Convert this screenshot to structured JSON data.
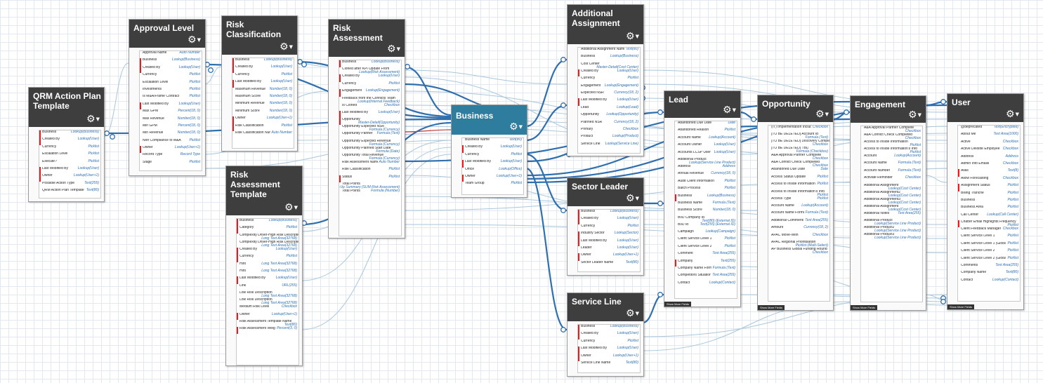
{
  "nodes": [
    {
      "id": "qrm",
      "title": "QRM Action Plan\nTemplate",
      "selected": false,
      "fields": [
        [
          "Business",
          "Lookup(Business)",
          1
        ],
        [
          "Created By",
          "Lookup(User)",
          1
        ],
        [
          "Currency",
          "Picklist",
          0
        ],
        [
          "Escalation Level",
          "Picklist",
          0
        ],
        [
          "Execute?",
          "Picklist",
          0
        ],
        [
          "Last Modified By",
          "Lookup(User)",
          1
        ],
        [
          "Owner",
          "Lookup(User+1)",
          1
        ],
        [
          "Possible Action Type",
          "Text(255)",
          0
        ],
        [
          "QRM Action Plan Template Name",
          "Text(80)",
          0
        ]
      ]
    },
    {
      "id": "approval",
      "title": "Approval Level",
      "selected": false,
      "fields": [
        [
          "Approval Name",
          "Auto Number",
          0
        ],
        [
          "Business",
          "Lookup(Business)",
          1
        ],
        [
          "Created By",
          "Lookup(User)",
          1
        ],
        [
          "Currency",
          "Picklist",
          0
        ],
        [
          "Escalation Level",
          "Picklist",
          0
        ],
        [
          "Investments",
          "Picklist",
          0
        ],
        [
          "Is M&A/Frame Contract",
          "Picklist",
          0
        ],
        [
          "Last Modified By",
          "Lookup(User)",
          1
        ],
        [
          "Max GPM",
          "Percent(18, 0)",
          0
        ],
        [
          "Max Revenue",
          "Number(18, 0)",
          0
        ],
        [
          "Min GPM",
          "Percent(18, 0)",
          0
        ],
        [
          "Min Revenue",
          "Number(18, 0)",
          0
        ],
        [
          "Non Compliance to M&A",
          "Picklist",
          0
        ],
        [
          "Owner",
          "Lookup(User+1)",
          1
        ],
        [
          "Record Type",
          "Record Type",
          0
        ],
        [
          "Stage",
          "Picklist",
          0
        ]
      ]
    },
    {
      "id": "riskclass",
      "title": "Risk\nClassification",
      "selected": false,
      "fields": [
        [
          "Business",
          "Lookup(Business)",
          1
        ],
        [
          "Created By",
          "Lookup(User)",
          1
        ],
        [
          "Currency",
          "Picklist",
          0
        ],
        [
          "Last Modified By",
          "Lookup(User)",
          1
        ],
        [
          "Maximum Revenue",
          "Number(18, 0)",
          0
        ],
        [
          "Maximum Score",
          "Number(18, 0)",
          0
        ],
        [
          "Minimum Revenue",
          "Number(18, 0)",
          0
        ],
        [
          "Minimum Score",
          "Number(18, 0)",
          0
        ],
        [
          "Owner",
          "Lookup(User+1)",
          1
        ],
        [
          "Risk Classification",
          "Picklist",
          1
        ],
        [
          "Risk Classification Number",
          "Auto Number",
          0
        ]
      ]
    },
    {
      "id": "riskassess",
      "title": "Risk\nAssessment",
      "selected": false,
      "fields": [
        [
          "Business",
          "Lookup(Business)",
          1
        ],
        [
          "Cloned after KPI Update From",
          "Lookup(Risk Assessment)",
          0,
          1
        ],
        [
          "Created By",
          "Lookup(User)",
          1
        ],
        [
          "Currency",
          "Picklist",
          0
        ],
        [
          "Engagement",
          "Lookup(Engagement)",
          1
        ],
        [
          "Feedback from the Conflicts Team",
          "Lookup(Internal Feedback)",
          0,
          1
        ],
        [
          "Is Cloned",
          "Checkbox",
          0
        ],
        [
          "Last Modified By",
          "Lookup(User)",
          1
        ],
        [
          "Opportunity",
          "Master-Detail(Opportunity)",
          1,
          1
        ],
        [
          "Opportunity Expected NSR",
          "Formula (Currency)",
          0,
          1
        ],
        [
          "Opportunity Partner",
          "Formula (Text)",
          0
        ],
        [
          "Opportunity Expected Revenue",
          "Formula (Currency)",
          0,
          1
        ],
        [
          "Opportunity Planned Start Date",
          "Formula (Date)",
          0,
          1
        ],
        [
          "Opportunity Total Revenue",
          "Formula (Currency)",
          0,
          1
        ],
        [
          "Risk Assessment Name",
          "Auto Number",
          0
        ],
        [
          "Risk Classification",
          "Picklist",
          0
        ],
        [
          "Status",
          "Picklist",
          1
        ],
        [
          "Total Points",
          "Roll-Up Summary (SUM Risk Assessment)",
          0,
          1
        ],
        [
          "Total Points",
          "Formula (Number)",
          0
        ]
      ]
    },
    {
      "id": "ratemplate",
      "title": "Risk\nAssessment\nTemplate",
      "selected": false,
      "fields": [
        [
          "Business",
          "Lookup(Business)",
          1
        ],
        [
          "Category",
          "Picklist",
          1
        ],
        [
          "Complexity Driver-High Risk Description",
          "Long Text Area(32768)",
          0,
          1
        ],
        [
          "Complexity Driver-High Risk Description",
          "Long Text Area(32768)",
          0,
          1
        ],
        [
          "Created By",
          "Lookup(User)",
          1
        ],
        [
          "Currency",
          "Picklist",
          1
        ],
        [
          "Hint",
          "Long Text Area(32768)",
          0
        ],
        [
          "Hint",
          "Long Text Area(32768)",
          0
        ],
        [
          "Last Modified By",
          "Lookup(User)",
          1
        ],
        [
          "Link",
          "URL(255)",
          0
        ],
        [
          "Low Risk Description",
          "Long Text Area(32768)",
          0,
          1
        ],
        [
          "Low Risk Description",
          "Long Text Area(32768)",
          0,
          1
        ],
        [
          "Medium Risk Level",
          "Checkbox",
          0
        ],
        [
          "Owner",
          "Lookup(User+1)",
          1
        ],
        [
          "Risk Assessment Template Name",
          "Text(80)",
          0,
          1
        ],
        [
          "Risk Assessment Weight",
          "Percent(3, 0)",
          1
        ]
      ]
    },
    {
      "id": "business",
      "title": "Business",
      "selected": true,
      "fields": [
        [
          "Business Name",
          "Text(80)",
          0
        ],
        [
          "Created By",
          "Lookup(User)",
          1
        ],
        [
          "Currency",
          "Picklist",
          0
        ],
        [
          "Last Modified By",
          "Lookup(User)",
          1
        ],
        [
          "Office",
          "Lookup(Office)",
          0
        ],
        [
          "Owner",
          "Lookup(User+1)",
          1
        ],
        [
          "Team Group",
          "Picklist",
          0
        ]
      ]
    },
    {
      "id": "addassign",
      "title": "Additional\nAssignment",
      "selected": false,
      "fields": [
        [
          "Additional Assignment Name",
          "Text(80)",
          0
        ],
        [
          "Business",
          "Lookup(Business)",
          0
        ],
        [
          "Cost Center",
          "Master-Detail(Cost Center)",
          0,
          1
        ],
        [
          "Created By",
          "Lookup(User)",
          1
        ],
        [
          "Currency",
          "Picklist",
          0
        ],
        [
          "Engagement",
          "Lookup(Engagement)",
          0
        ],
        [
          "Expected NSR",
          "Currency(18, 2)",
          0
        ],
        [
          "Last Modified By",
          "Lookup(User)",
          1
        ],
        [
          "Lead",
          "Lookup(Lead)",
          0
        ],
        [
          "Opportunity",
          "Lookup(Opportunity)",
          0
        ],
        [
          "Planned NSR",
          "Currency(18, 2)",
          0
        ],
        [
          "Primary",
          "Checkbox",
          0
        ],
        [
          "Product",
          "Lookup(Product)",
          0
        ],
        [
          "Service Line",
          "Lookup(Service Line)",
          0
        ]
      ]
    },
    {
      "id": "sector",
      "title": "Sector Leader",
      "selected": false,
      "fields": [
        [
          "Business",
          "Lookup(Business)",
          1
        ],
        [
          "Created By",
          "Lookup(User)",
          1
        ],
        [
          "Currency",
          "Picklist",
          0
        ],
        [
          "Industry Sector",
          "Lookup(Sector)",
          1
        ],
        [
          "Last Modified By",
          "Lookup(User)",
          1
        ],
        [
          "Leader",
          "Lookup(User)",
          0
        ],
        [
          "Owner",
          "Lookup(User+1)",
          1
        ],
        [
          "Sector Leader Name",
          "Text(80)",
          0
        ]
      ]
    },
    {
      "id": "serviceline",
      "title": "Service Line",
      "selected": false,
      "fields": [
        [
          "Business",
          "Lookup(Business)",
          1
        ],
        [
          "Created By",
          "Lookup(User)",
          1
        ],
        [
          "Currency",
          "Picklist",
          0
        ],
        [
          "Last Modified By",
          "Lookup(User)",
          1
        ],
        [
          "Owner",
          "Lookup(User+1)",
          1
        ],
        [
          "Service Line Name",
          "Text(80)",
          0
        ]
      ]
    },
    {
      "id": "lead",
      "title": "Lead",
      "selected": false,
      "fields": [
        [
          "Abandoned Due Date",
          "Date",
          0
        ],
        [
          "Abandoned Reason",
          "Picklist",
          0
        ],
        [
          "Account Name",
          "Lookup(Account)",
          0
        ],
        [
          "Account Owner",
          "Lookup(User)",
          0
        ],
        [
          "Accounts LCSP User",
          "Lookup(User)",
          0
        ],
        [
          "Additional Product",
          "Lookup(Service Line Product)",
          0,
          1
        ],
        [
          "Address",
          "Address",
          0
        ],
        [
          "Annual Revenue",
          "Currency(18, 0)",
          0
        ],
        [
          "Audit Client Information",
          "Picklist",
          0
        ],
        [
          "Batch Process",
          "Picklist",
          0
        ],
        [
          "Business",
          "Lookup(Business)",
          1
        ],
        [
          "Business Name",
          "Formula (Text)",
          0
        ],
        [
          "Business Score",
          "Number(18, 0)",
          0
        ],
        [
          "BvD Company Id",
          "Text(80) (External ID)",
          0,
          1
        ],
        [
          "BvD Id",
          "Text(255) (External ID)",
          0
        ],
        [
          "Campaign",
          "Lookup(Campaign)",
          0
        ],
        [
          "Client Service Level 1",
          "Picklist",
          0
        ],
        [
          "Client Service Level 2",
          "Picklist",
          0
        ],
        [
          "Comment",
          "Text Area(255)",
          0
        ],
        [
          "Company",
          "Text(255)",
          1
        ],
        [
          "Company Name Formula",
          "Formula (Text)",
          0
        ],
        [
          "Competitors Situation",
          "Text Area(255)",
          0
        ],
        [
          "Contact",
          "Lookup(Contact)",
          0
        ]
      ],
      "more": "Show More Fields"
    },
    {
      "id": "opportunity",
      "title": "Opportunity",
      "selected": false,
      "fields": [
        [
          "(IT) Implementation Included",
          "Checkbox",
          0
        ],
        [
          "[TO BE DELETED] Account Id",
          "Formula (Text)",
          0,
          1
        ],
        [
          "[TO BE DELETED] Discovery Completed",
          "Checkbox",
          0,
          1
        ],
        [
          "[TO BE DELETED] TBD",
          "Formula (Checkbox)",
          0,
          1
        ],
        [
          "A&A Approval Partner Complete",
          "Checkbox",
          0,
          1
        ],
        [
          "A&A Conflict Check Completed",
          "Checkbox",
          0,
          1
        ],
        [
          "Abandoned Due Date",
          "Date",
          0
        ],
        [
          "Access Status Update",
          "Picklist",
          0
        ],
        [
          "Access to Inside Information",
          "Picklist",
          0
        ],
        [
          "Access to Inside Information's Info",
          "Picklist",
          0,
          1
        ],
        [
          "Access Type",
          "Picklist",
          0
        ],
        [
          "Account Name",
          "Lookup(Account)",
          0
        ],
        [
          "Account Name Formula",
          "Formula (Text)",
          0
        ],
        [
          "Additional Comments (AP)",
          "Text Area(255)",
          0
        ],
        [
          "Amount",
          "Currency(18, 2)",
          0
        ],
        [
          "APAC Move-With",
          "Checkbox",
          0
        ],
        [
          "APAC Regional Prioritisation",
          "Picklist (Multi-Select)",
          0,
          1
        ],
        [
          "AP Business Global Funding Round",
          "Checkbox",
          0,
          1
        ]
      ],
      "more": "Show More Fields"
    },
    {
      "id": "engagement",
      "title": "Engagement",
      "selected": false,
      "fields": [
        [
          "A&A Approval Partner Complete",
          "Checkbox",
          0,
          1
        ],
        [
          "A&A Conflict Check Completed",
          "Checkbox",
          0,
          1
        ],
        [
          "Access to Inside Information",
          "Picklist",
          0,
          1
        ],
        [
          "Access to Inside Information's Info",
          "Picklist",
          0,
          1
        ],
        [
          "Account",
          "Lookup(Account)",
          0
        ],
        [
          "Account Name",
          "Formula (Text)",
          0
        ],
        [
          "Account Number",
          "Formula (Text)",
          0
        ],
        [
          "Activate Reminder",
          "Checkbox",
          0
        ],
        [
          "Additional Assignment",
          "Lookup(Cost Center)",
          0,
          1
        ],
        [
          "Additional Assignment2",
          "Lookup(Cost Center)",
          0,
          1
        ],
        [
          "Additional Assignment3",
          "Lookup(Cost Center)",
          0,
          1
        ],
        [
          "Additional Assignment",
          "Lookup(Cost Center)",
          0,
          1
        ],
        [
          "Additional Notes",
          "Text Area(255)",
          0
        ],
        [
          "Additional Product",
          "Lookup(Service Line Product)",
          0,
          1
        ],
        [
          "Additional Product2",
          "Lookup(Service Line Product)",
          0,
          1
        ],
        [
          "Additional Product3",
          "Lookup(Service Line Product)",
          0,
          1
        ]
      ],
      "more": "Show More Fields"
    },
    {
      "id": "user",
      "title": "User",
      "selected": false,
      "fields": [
        [
          "@deprecated",
          "Text(Encrypted)",
          0
        ],
        [
          "About Me",
          "Text Area(1000)",
          0
        ],
        [
          "Active",
          "Checkbox",
          0
        ],
        [
          "Active Deloitte Employee",
          "Checkbox",
          0
        ],
        [
          "Address",
          "Address",
          0
        ],
        [
          "Admin Info Emails",
          "Checkbox",
          0
        ],
        [
          "Alias",
          "Text(8)",
          1
        ],
        [
          "Allow Forecasting",
          "Checkbox",
          0
        ],
        [
          "Assignment Status",
          "Picklist",
          1
        ],
        [
          "Billing Tranche",
          "Picklist",
          0
        ],
        [
          "Business",
          "Picklist",
          0
        ],
        [
          "Business Area",
          "Picklist",
          0
        ],
        [
          "Call Center",
          "Lookup(Call Center)",
          0
        ],
        [
          "Chatter Email Highlights Frequency",
          "Picklist",
          1,
          1
        ],
        [
          "Client Feedback Manager",
          "Checkbox",
          0
        ],
        [
          "Client Service Level 1",
          "Picklist",
          0
        ],
        [
          "Client Service Level 1 (Global)",
          "Picklist",
          0
        ],
        [
          "Client Service Level 2",
          "Picklist",
          0
        ],
        [
          "Client Service Level 2 (Global)",
          "Picklist",
          0
        ],
        [
          "Comments",
          "Text Area(255)",
          0
        ],
        [
          "Company Name",
          "Text(80)",
          0
        ],
        [
          "Contact",
          "Lookup(Contact)",
          0
        ]
      ],
      "more": "Show More Fields"
    }
  ],
  "colors": {
    "edge_strong": "#2f6fae",
    "edge_light": "#a9c7dc",
    "edge_red": "#c23b3b",
    "header": "#3e3e3e",
    "header_selected": "#2e7d9e"
  }
}
